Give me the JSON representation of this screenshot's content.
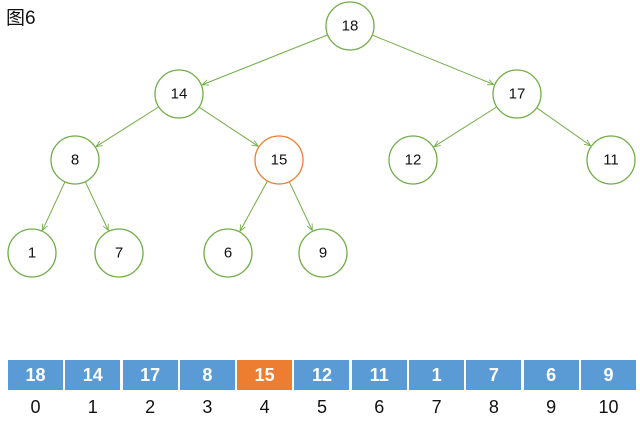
{
  "figure_label": "图6",
  "colors": {
    "edge": "#70ad47",
    "node_border": "#70ad47",
    "highlight": "#ed7d31",
    "cell_fill": "#5b9bd5",
    "cell_text": "#ffffff"
  },
  "highlight_index": 4,
  "tree": {
    "nodes": [
      "18",
      "14",
      "17",
      "8",
      "15",
      "12",
      "11",
      "1",
      "7",
      "6",
      "9"
    ]
  },
  "array": {
    "values": [
      "18",
      "14",
      "17",
      "8",
      "15",
      "12",
      "11",
      "1",
      "7",
      "6",
      "9"
    ],
    "indices": [
      "0",
      "1",
      "2",
      "3",
      "4",
      "5",
      "6",
      "7",
      "8",
      "9",
      "10"
    ]
  }
}
